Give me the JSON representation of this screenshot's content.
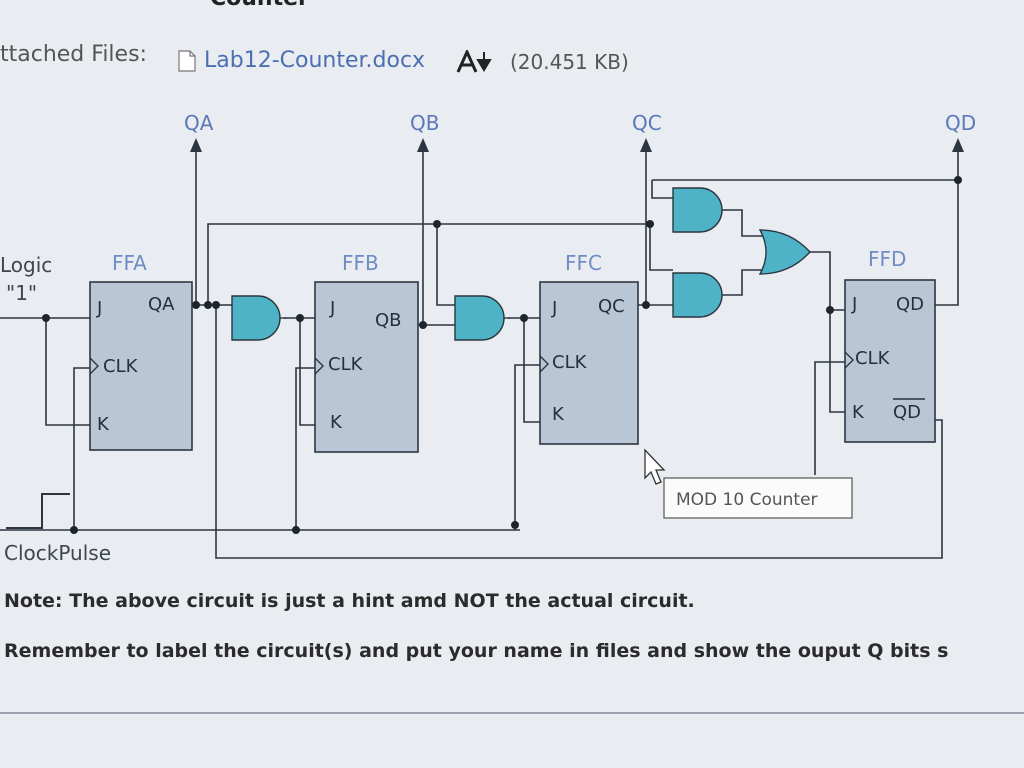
{
  "page": {
    "title_fragment": "Counter",
    "attached_label": "ttached Files:",
    "file_name": "Lab12-Counter.docx",
    "file_size": "(20.451 KB)",
    "note": "Note: The above circuit is just a hint amd NOT the actual circuit.",
    "remember": "Remember to label the circuit(s) and put your name in files and show the ouput Q bits s"
  },
  "diagram": {
    "logic_label_1": "Logic",
    "logic_label_2": "\"1\"",
    "clock_label": "ClockPulse",
    "tooltip": "MOD 10 Counter",
    "flip_flops": [
      {
        "name": "FFA",
        "j": "J",
        "clk": "CLK",
        "k": "K",
        "q": "QA"
      },
      {
        "name": "FFB",
        "j": "J",
        "clk": "CLK",
        "k": "K",
        "q": "QB"
      },
      {
        "name": "FFC",
        "j": "J",
        "clk": "CLK",
        "k": "K",
        "q": "QC"
      },
      {
        "name": "FFD",
        "j": "J",
        "clk": "CLK",
        "k": "K",
        "q": "QD",
        "qbar": "QD"
      }
    ],
    "outputs": [
      "QA",
      "QB",
      "QC",
      "QD"
    ]
  }
}
